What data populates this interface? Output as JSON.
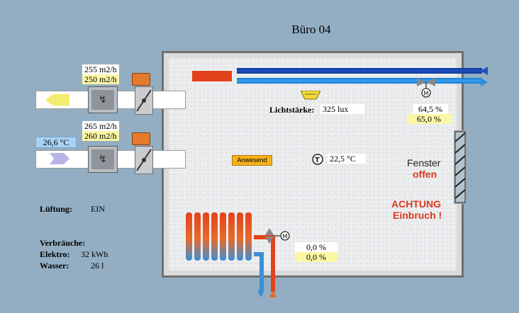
{
  "title": "Büro 04",
  "supply_air": {
    "flow_actual": "255 m2/h",
    "flow_setpoint": "250 m2/h"
  },
  "exhaust_air": {
    "flow_actual": "265 m2/h",
    "flow_setpoint": "260 m2/h",
    "outside_temp": "26,6 °C"
  },
  "light": {
    "label": "Lichtstärke:",
    "value": "325 lux"
  },
  "presence": {
    "label": "Anwesend"
  },
  "room_temp": {
    "value": "22,5 °C"
  },
  "cooling_valve": {
    "actual": "64,5 %",
    "setpoint": "65,0 %"
  },
  "window": {
    "line1": "Fenster",
    "line2": "offen"
  },
  "alarm": {
    "line1": "ACHTUNG",
    "line2": "Einbruch !"
  },
  "heating_valve": {
    "actual": "0,0 %",
    "setpoint": "0,0 %"
  },
  "ventilation": {
    "label": "Lüftung:",
    "value": "EIN"
  },
  "consumption": {
    "heading": "Verbräuche:",
    "electric_label": "Elektro:",
    "electric_value": "32 kWh",
    "water_label": "Wasser:",
    "water_value": "26 l"
  },
  "colors": {
    "background": "#93aec2",
    "hot": "#e2431a",
    "cold": "#1a5fbf",
    "alarm_text": "#d93a1b",
    "presence_bg": "#f6b21a",
    "setpoint_bg": "#fbf7a6"
  }
}
